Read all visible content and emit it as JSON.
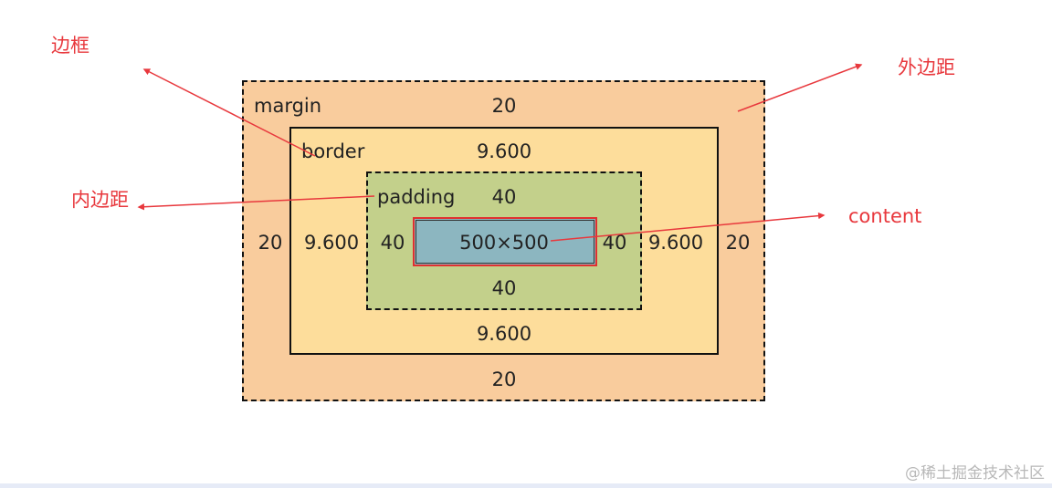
{
  "labels": {
    "margin": "margin",
    "border": "border",
    "padding": "padding",
    "content_size": "500×500"
  },
  "values": {
    "margin_top": "20",
    "margin_bottom": "20",
    "margin_left": "20",
    "margin_right": "20",
    "border_top": "9.600",
    "border_bottom": "9.600",
    "border_left": "9.600",
    "border_right": "9.600",
    "padding_top": "40",
    "padding_bottom": "40",
    "padding_left": "40",
    "padding_right": "40"
  },
  "callouts": {
    "border": "边框",
    "margin": "外边距",
    "padding": "内边距",
    "content": "content"
  },
  "colors": {
    "margin_fill": "#f9cc9d",
    "border_fill": "#fddd9b",
    "padding_fill": "#c3d08b",
    "content_fill": "#8cb6c0",
    "arrow": "#e8383d"
  },
  "watermark": "@稀土掘金技术社区"
}
